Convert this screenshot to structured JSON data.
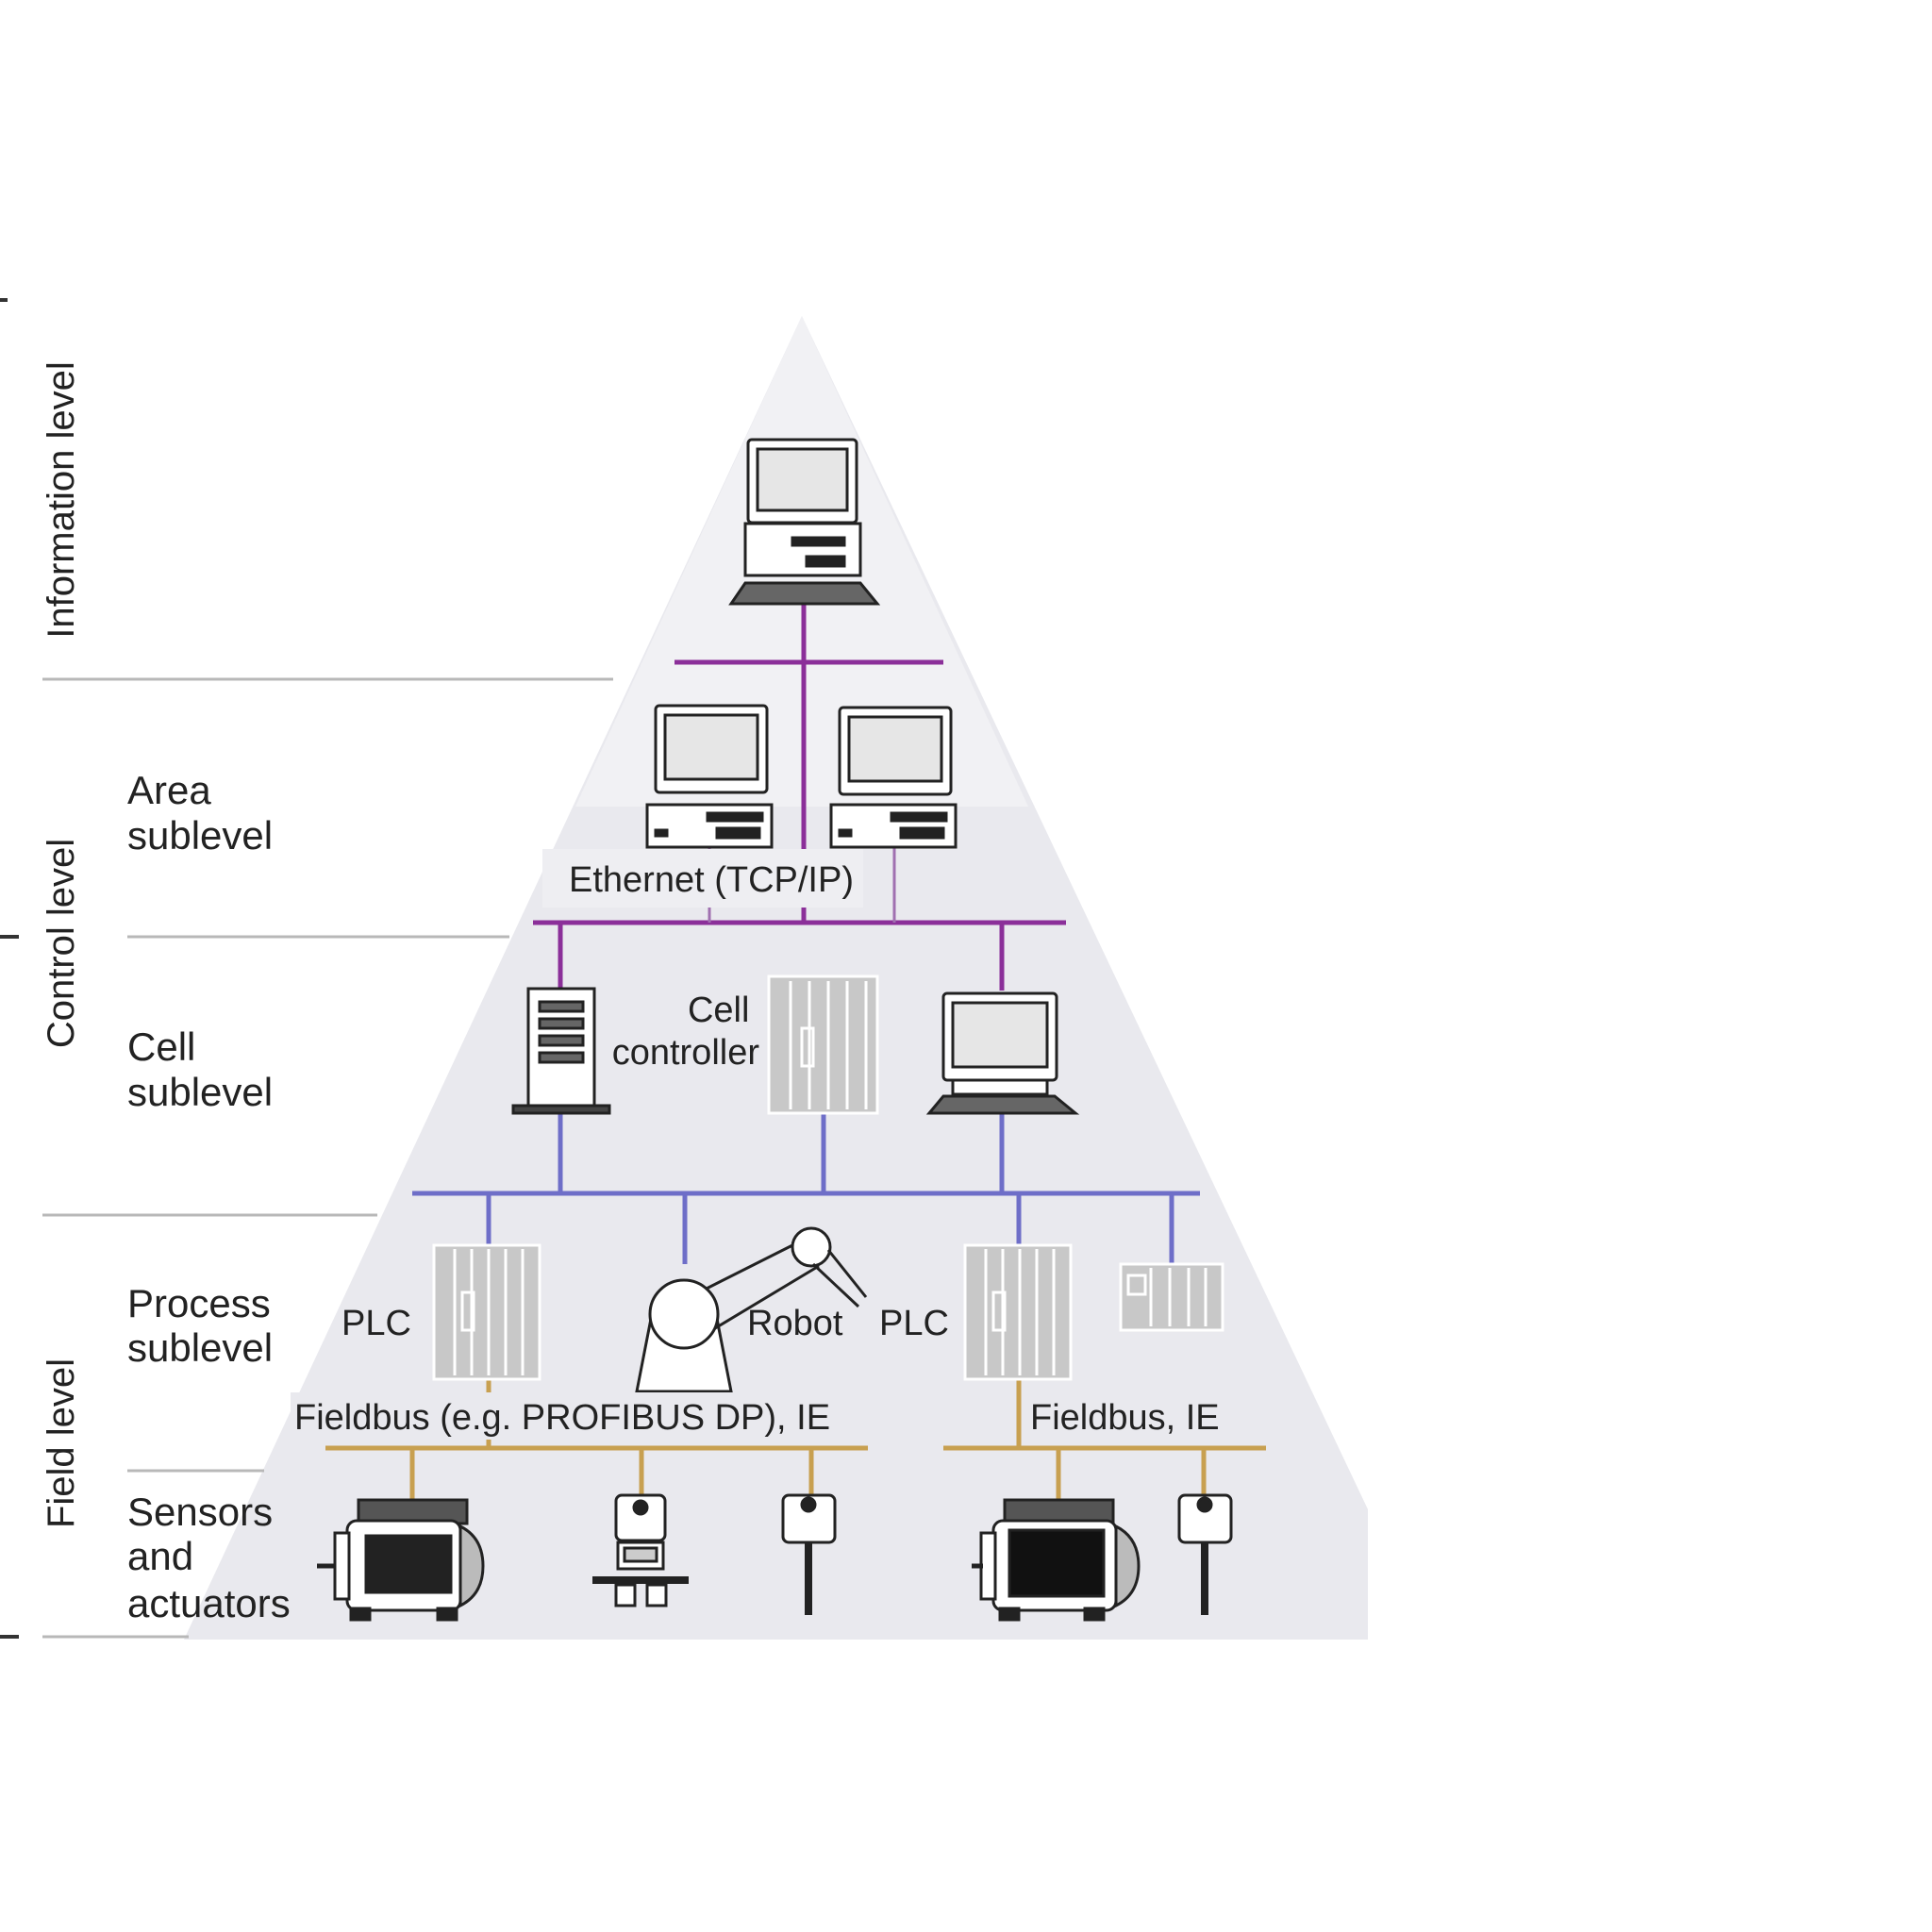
{
  "diagram": {
    "levels": {
      "information": "Information level",
      "control": "Control level",
      "field": "Field level"
    },
    "sublevels": {
      "area": [
        "Area",
        "sublevel"
      ],
      "cell": [
        "Cell",
        "sublevel"
      ],
      "process": [
        "Process",
        "sublevel"
      ],
      "sensors": [
        "Sensors",
        "and",
        "actuators"
      ]
    },
    "labels": {
      "ethernet": "Ethernet (TCP/IP)",
      "cell_controller": [
        "Cell",
        "controller"
      ],
      "plc_left": "PLC",
      "robot": "Robot",
      "plc_right": "PLC",
      "fieldbus_left": "Fieldbus (e.g. PROFIBUS DP), IE",
      "fieldbus_right": "Fieldbus, IE"
    },
    "colors": {
      "pyramid": "#e8e8ec",
      "ethernet_bus": "#8b2f99",
      "cell_bus": "#6e6ec8",
      "fieldbus": "#c8a050",
      "device_gray": "#c8c8c8",
      "divider": "#b8b8b8"
    }
  }
}
